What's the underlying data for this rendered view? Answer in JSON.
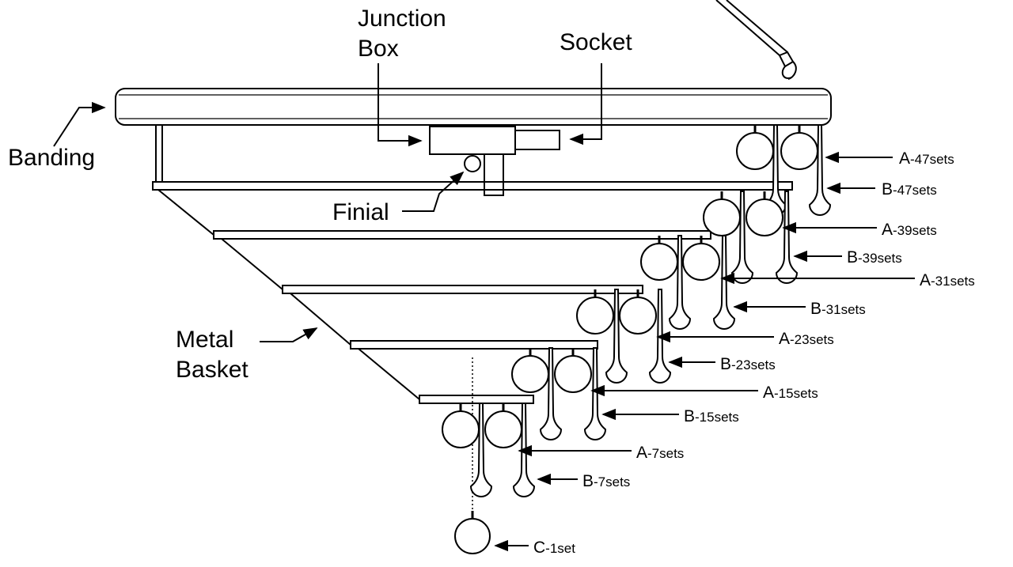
{
  "labels": {
    "junction_box_line1": "Junction",
    "junction_box_line2": "Box",
    "socket": "Socket",
    "banding": "Banding",
    "finial": "Finial",
    "metal_basket_line1": "Metal",
    "metal_basket_line2": "Basket"
  },
  "crystal_callouts": [
    {
      "id": "a47",
      "letter": "A",
      "suffix": "-47sets"
    },
    {
      "id": "b47",
      "letter": "B",
      "suffix": "-47sets"
    },
    {
      "id": "a39",
      "letter": "A",
      "suffix": "-39sets"
    },
    {
      "id": "b39",
      "letter": "B",
      "suffix": "-39sets"
    },
    {
      "id": "a31",
      "letter": "A",
      "suffix": "-31sets"
    },
    {
      "id": "b31",
      "letter": "B",
      "suffix": "-31sets"
    },
    {
      "id": "a23",
      "letter": "A",
      "suffix": "-23sets"
    },
    {
      "id": "b23",
      "letter": "B",
      "suffix": "-23sets"
    },
    {
      "id": "a15",
      "letter": "A",
      "suffix": "-15sets"
    },
    {
      "id": "b15",
      "letter": "B",
      "suffix": "-15sets"
    },
    {
      "id": "a7",
      "letter": "A",
      "suffix": "-7sets"
    },
    {
      "id": "b7",
      "letter": "B",
      "suffix": "-7sets"
    },
    {
      "id": "c1",
      "letter": "C",
      "suffix": "-1set"
    }
  ],
  "colors": {
    "line": "#000000",
    "background": "#ffffff"
  }
}
